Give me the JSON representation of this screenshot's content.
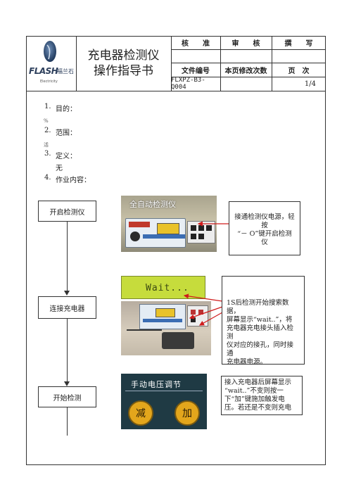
{
  "logo": {
    "brand": "FLASH",
    "brand_cn": "福兰石",
    "tagline": "Electricity"
  },
  "doc": {
    "title_line1": "充电器检测仪",
    "title_line2": "操作指导书"
  },
  "header": {
    "approve": "核　　准",
    "review": "审　　核",
    "write": "撰　　写",
    "doc_no_label": "文件编号",
    "revision_label": "本页修改次数",
    "page_label": "页　次",
    "doc_no": "FLXPZ-B3-Q004",
    "revision": "",
    "page": "1/4"
  },
  "sections": {
    "s1_num": "1.",
    "s1": "目的：",
    "s1_extra": "%",
    "s2_num": "2.",
    "s2": "范围：",
    "s2_extra": "活",
    "s3_num": "3.",
    "s3": "定义：",
    "s3_body": "无",
    "s4_num": "4.",
    "s4": "作业内容："
  },
  "flow": {
    "step1": "开启检测仪",
    "step2": "连接充电器",
    "step3": "开始检测"
  },
  "photos": {
    "device_label": "全自动检测仪",
    "lcd_text": "Wait...",
    "panel_label": "手动电压调节",
    "btn_minus": "减",
    "btn_plus": "加"
  },
  "notes": {
    "n1_l1": "接通检测仪电源，轻",
    "n1_l2": "按",
    "n1_l3": "“－ O”键开启检测",
    "n1_l4": "仪",
    "n2_l1": "1S后检测开始搜索数据，",
    "n2_l2": "屏幕显示“wait..”，将",
    "n2_l3": "充电器充电接头插入检测",
    "n2_l4": "仪对应的接孔，同时接通",
    "n2_l5": "充电器电源。",
    "n3_l1": "接入充电器后屏幕显示",
    "n3_l2": "“wait..”不变则按一",
    "n3_l3": "下“加”键施加触发电",
    "n3_l4": "压。若还是不变则充电"
  }
}
